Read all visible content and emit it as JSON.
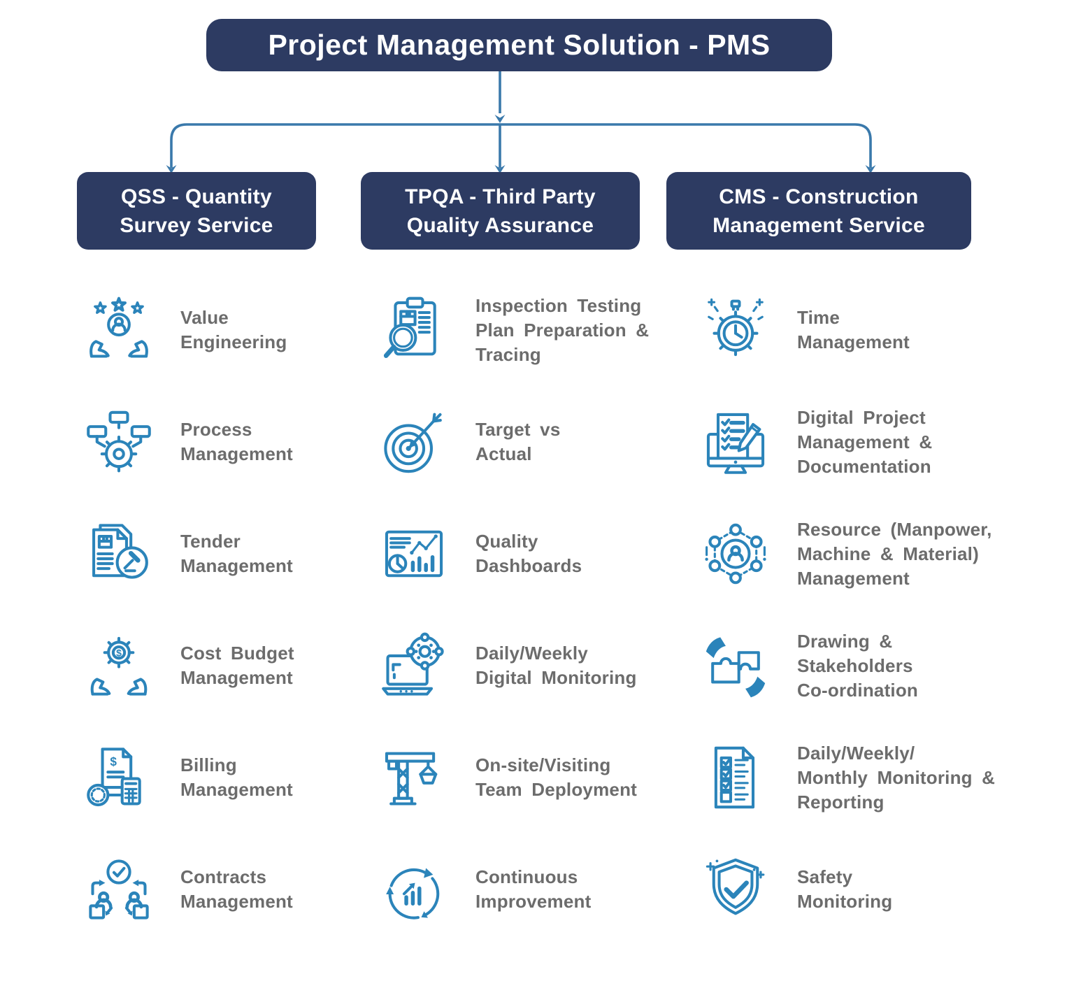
{
  "title": "Project Management Solution - PMS",
  "colors": {
    "box_navy": "#2d3b62",
    "icon_blue": "#2b84ba",
    "connector_blue": "#3a79ab",
    "label_gray": "#6c6c6c"
  },
  "branches": [
    {
      "id": "qss",
      "title": "QSS - Quantity\nSurvey Service",
      "items": [
        {
          "icon": "value-engineering-icon",
          "label": "Value\nEngineering"
        },
        {
          "icon": "process-management-icon",
          "label": "Process\nManagement"
        },
        {
          "icon": "tender-management-icon",
          "label": "Tender\nManagement"
        },
        {
          "icon": "cost-budget-management-icon",
          "label": "Cost Budget\nManagement"
        },
        {
          "icon": "billing-management-icon",
          "label": "Billing\nManagement"
        },
        {
          "icon": "contracts-management-icon",
          "label": "Contracts\nManagement"
        }
      ]
    },
    {
      "id": "tpqa",
      "title": "TPQA - Third Party\nQuality Assurance",
      "items": [
        {
          "icon": "inspection-testing-icon",
          "label": "Inspection Testing\nPlan Preparation &\nTracing"
        },
        {
          "icon": "target-vs-actual-icon",
          "label": "Target vs\nActual"
        },
        {
          "icon": "quality-dashboards-icon",
          "label": "Quality\nDashboards"
        },
        {
          "icon": "digital-monitoring-icon",
          "label": "Daily/Weekly\nDigital Monitoring"
        },
        {
          "icon": "team-deployment-icon",
          "label": "On-site/Visiting\nTeam Deployment"
        },
        {
          "icon": "continuous-improvement-icon",
          "label": "Continuous\nImprovement"
        }
      ]
    },
    {
      "id": "cms",
      "title": "CMS - Construction\nManagement Service",
      "items": [
        {
          "icon": "time-management-icon",
          "label": "Time\nManagement"
        },
        {
          "icon": "digital-project-icon",
          "label": "Digital Project\nManagement &\nDocumentation"
        },
        {
          "icon": "resource-management-icon",
          "label": "Resource (Manpower,\nMachine & Material)\nManagement"
        },
        {
          "icon": "drawing-coordination-icon",
          "label": "Drawing &\nStakeholders\nCo-ordination"
        },
        {
          "icon": "monitoring-reporting-icon",
          "label": "Daily/Weekly/\nMonthly Monitoring &\nReporting"
        },
        {
          "icon": "safety-monitoring-icon",
          "label": "Safety\nMonitoring"
        }
      ]
    }
  ]
}
